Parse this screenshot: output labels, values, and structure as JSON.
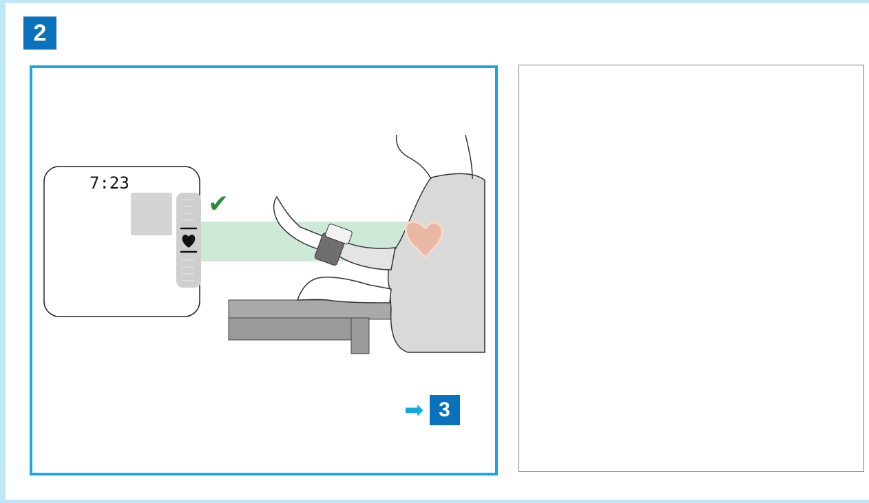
{
  "step": {
    "number": "2"
  },
  "device_display": {
    "time": "7:23"
  },
  "indicator": {
    "check": "✔"
  },
  "next_step": {
    "arrow": "➡",
    "number": "3"
  },
  "colors": {
    "accent_blue": "#16a8e1",
    "badge_blue": "#0a72bd",
    "check_green": "#2a8a3e",
    "level_band": "#cfe9d8",
    "heart_fill": "#e9b8a4"
  }
}
